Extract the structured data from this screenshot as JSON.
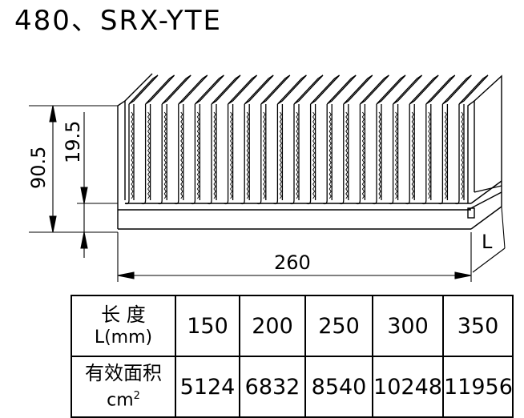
{
  "title": "480、SRX-YTE",
  "drawing": {
    "dim_total_height": "90.5",
    "dim_base_height": "19.5",
    "dim_width": "260",
    "dim_length": "L",
    "fin_count": 21
  },
  "table": {
    "row1": {
      "label_line1": "长 度",
      "label_line2": "L(mm)",
      "values": [
        "150",
        "200",
        "250",
        "300",
        "350"
      ]
    },
    "row2": {
      "label_line1": "有效面积",
      "label_line2": "cm",
      "label_sup": "2",
      "values": [
        "5124",
        "6832",
        "8540",
        "10248",
        "11956"
      ]
    }
  }
}
